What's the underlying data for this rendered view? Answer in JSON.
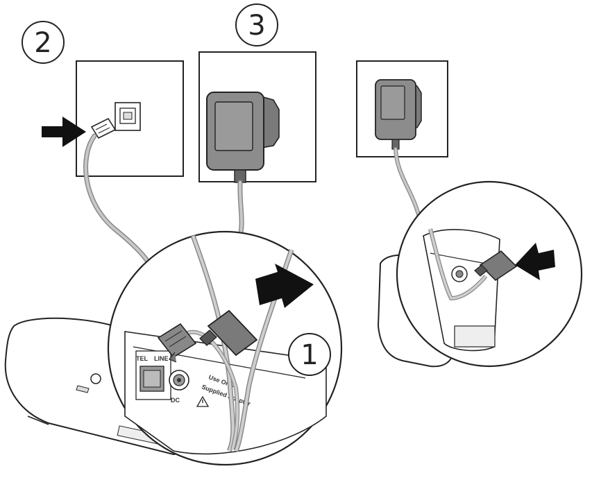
{
  "steps": {
    "step1": "1",
    "step2": "2",
    "step3": "3"
  },
  "base_labels": {
    "tel": "TEL",
    "line": "LINE",
    "dc": "DC",
    "use_only_1": "Use Only",
    "use_only_2": "Supplied Adapter"
  },
  "colors": {
    "line": "#1a1a1a",
    "wall": "#ffffff",
    "adapter": "#8c8c8c",
    "adapter_dark": "#6e6e6e",
    "cable": "#b3b3b3",
    "arrow": "#111111"
  },
  "icons": [
    "push-arrow-icon",
    "warning-triangle-icon",
    "dc-polarity-icon"
  ]
}
